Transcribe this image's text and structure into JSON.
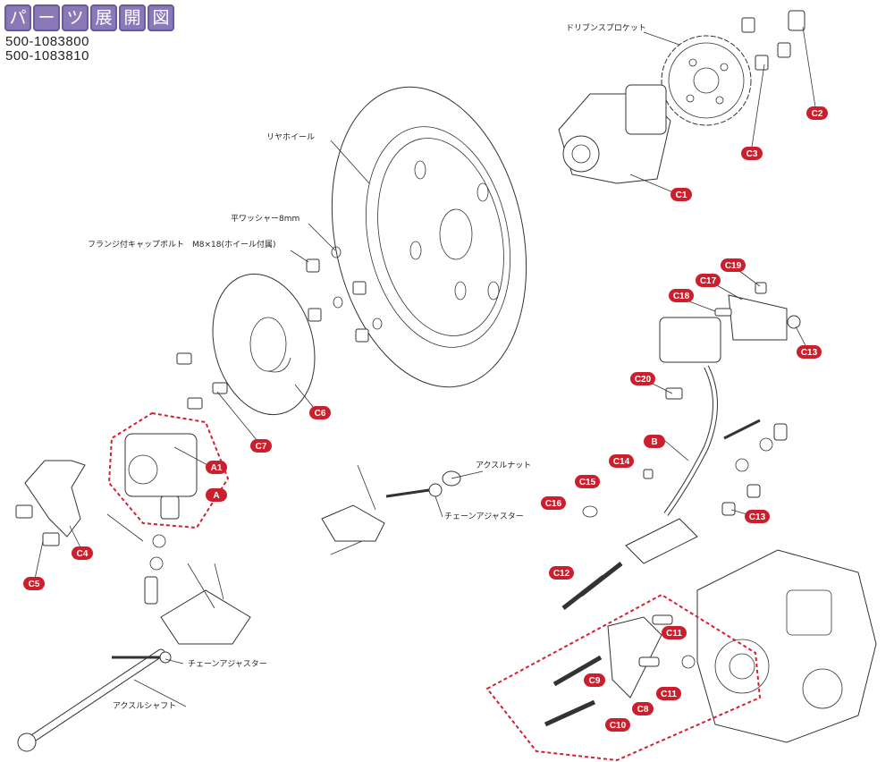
{
  "header": {
    "title_chars": [
      "パ",
      "ー",
      "ツ",
      "展",
      "開",
      "図"
    ],
    "part_numbers": [
      "500-1083800",
      "500-1083810"
    ]
  },
  "labels": {
    "drive_sprocket": "ドリブンスプロケット",
    "rear_wheel": "リヤホイール",
    "flat_washer": "平ワッシャー8mm",
    "flange_bolt": "フランジ付キャップボルト　M8×18(ホイール付属)",
    "axle_nut": "アクスルナット",
    "chain_adjuster_upper": "チェーンアジャスター",
    "chain_adjuster_lower": "チェーンアジャスター",
    "axle_shaft": "アクスルシャフト"
  },
  "tags": {
    "c1": "C1",
    "c2": "C2",
    "c3": "C3",
    "c4": "C4",
    "c5": "C5",
    "c6": "C6",
    "c7": "C7",
    "c8": "C8",
    "c9": "C9",
    "c10": "C10",
    "c11a": "C11",
    "c11b": "C11",
    "c12": "C12",
    "c13a": "C13",
    "c13b": "C13",
    "c14": "C14",
    "c15": "C15",
    "c16": "C16",
    "c17": "C17",
    "c18": "C18",
    "c19": "C19",
    "c20": "C20",
    "a": "A",
    "a1": "A1",
    "b": "B"
  },
  "colors": {
    "tag": "#cc1f2d",
    "title": "#8a79b7",
    "dash": "#d42030"
  }
}
